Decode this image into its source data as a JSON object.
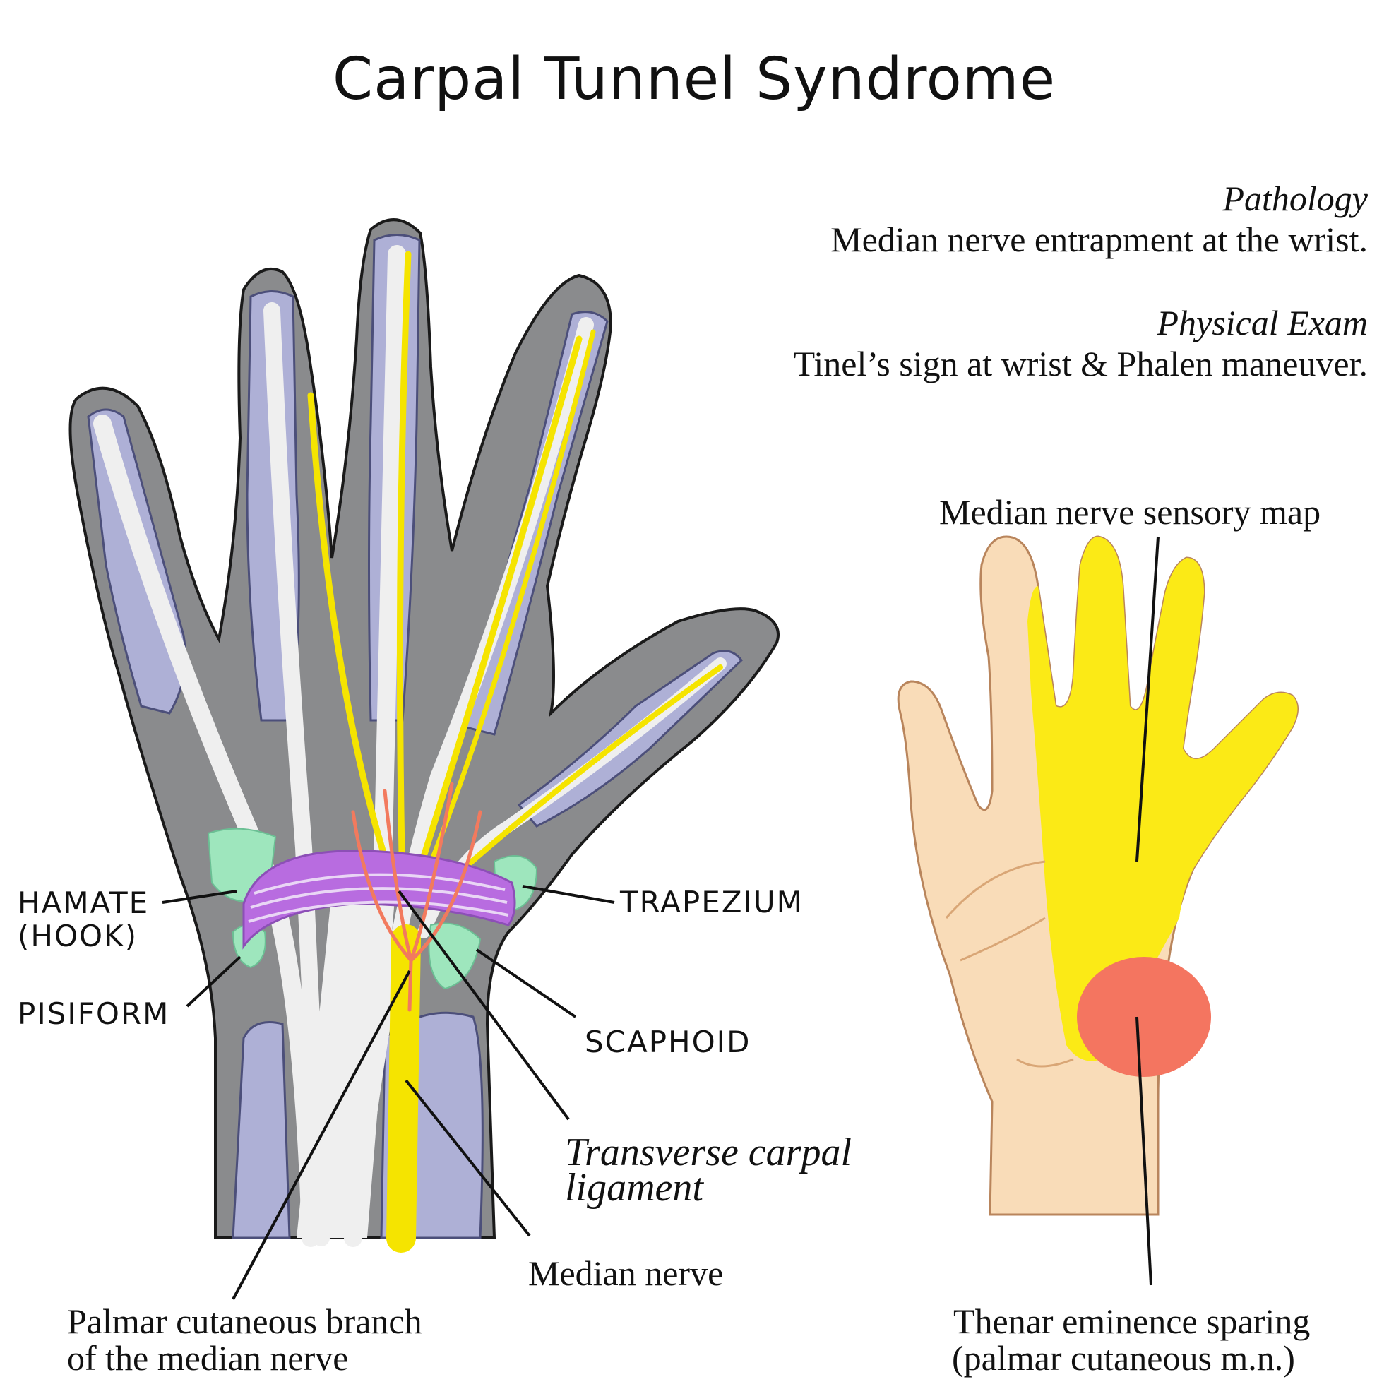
{
  "title": "Carpal Tunnel Syndrome",
  "info": {
    "pathology_heading": "Pathology",
    "pathology_text": "Median nerve entrapment at the wrist.",
    "exam_heading": "Physical Exam",
    "exam_text": "Tinel’s sign at wrist & Phalen maneuver."
  },
  "labels": {
    "hamate_1": "Hamate",
    "hamate_2": "(hook)",
    "pisiform": "Pisiform",
    "trapezium": "Trapezium",
    "scaphoid": "Scaphoid",
    "ligament_1": "Transverse carpal",
    "ligament_2": "ligament",
    "median_nerve": "Median nerve",
    "palmar_branch_1": "Palmar cutaneous branch",
    "palmar_branch_2": "of the median nerve"
  },
  "sensory_map": {
    "label": "Median nerve sensory map",
    "sparing_1": "Thenar eminence sparing",
    "sparing_2": "(palmar cutaneous m.n.)"
  },
  "colors": {
    "hand_skin": "#8a8b8d",
    "bone": "#aeb0d6",
    "tendon": "#f0f0f0",
    "nerve": "#f5e400",
    "ligament": "#b86ce0",
    "carpal": "#9ee6bd",
    "vessel": "#f27a5e",
    "palm_skin": "#f9dcb8",
    "sensory": "#fbea16",
    "sparing": "#f47560"
  }
}
